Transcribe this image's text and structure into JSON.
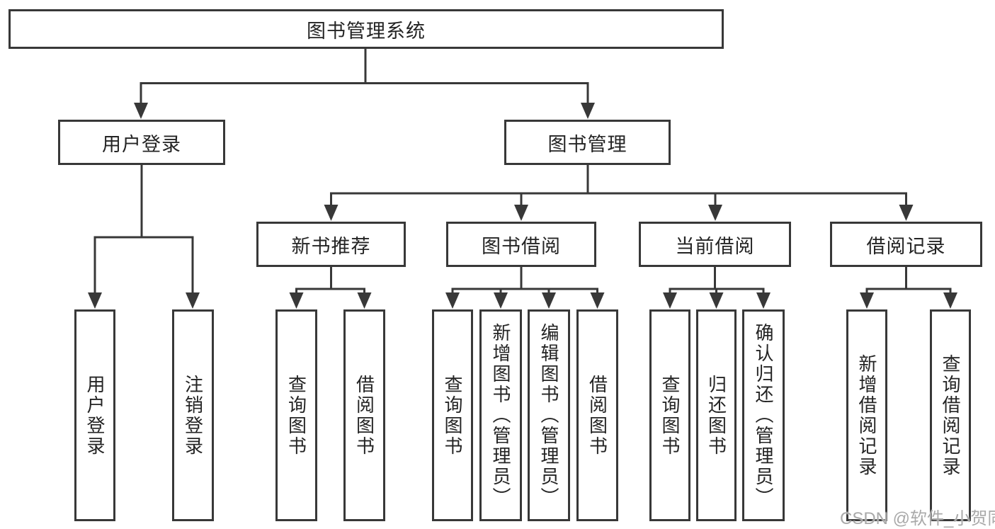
{
  "diagram": {
    "root": {
      "label": "图书管理系统",
      "children": [
        {
          "label": "用户登录",
          "children": [
            {
              "label": "用户登录"
            },
            {
              "label": "注销登录"
            }
          ]
        },
        {
          "label": "图书管理",
          "children": [
            {
              "label": "新书推荐",
              "children": [
                {
                  "label": "查询图书"
                },
                {
                  "label": "借阅图书"
                }
              ]
            },
            {
              "label": "图书借阅",
              "children": [
                {
                  "label": "查询图书"
                },
                {
                  "label": "新增图书（管理员）"
                },
                {
                  "label": "编辑图书（管理员）"
                },
                {
                  "label": "借阅图书"
                }
              ]
            },
            {
              "label": "当前借阅",
              "children": [
                {
                  "label": "查询图书"
                },
                {
                  "label": "归还图书"
                },
                {
                  "label": "确认归还（管理员）"
                }
              ]
            },
            {
              "label": "借阅记录",
              "children": [
                {
                  "label": "新增借阅记录"
                },
                {
                  "label": "查询借阅记录"
                }
              ]
            }
          ]
        }
      ]
    }
  },
  "watermark": {
    "text": "CSDN @软件_小贺同学"
  },
  "colors": {
    "line": "#383838",
    "box_border": "#383838",
    "text": "#242424",
    "background": "#ffffff",
    "watermark": "#a9a9a9"
  }
}
